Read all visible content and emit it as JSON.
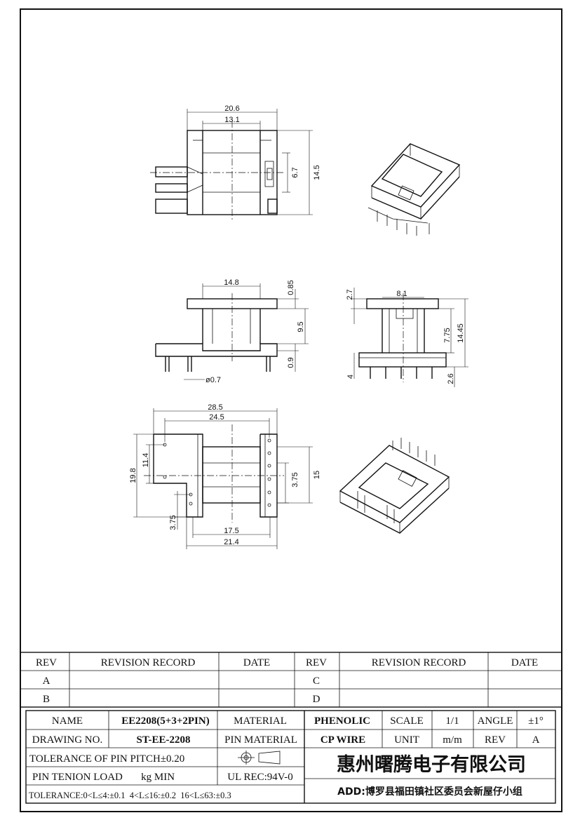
{
  "revision_table": {
    "left_headers": {
      "rev": "REV",
      "record": "REVISION RECORD",
      "date": "DATE"
    },
    "right_headers": {
      "rev": "REV",
      "record": "REVISION RECORD",
      "date": "DATE"
    },
    "left_revs": [
      "A",
      "B"
    ],
    "right_revs": [
      "C",
      "D"
    ]
  },
  "title_block": {
    "name_label": "NAME",
    "name_value": "EE2208(5+3+2PIN)",
    "material_label": "MATERIAL",
    "material_value": "PHENOLIC",
    "scale_label": "SCALE",
    "scale_value": "1/1",
    "angle_label": "ANGLE",
    "angle_value": "±1°",
    "drawing_no_label": "DRAWING NO.",
    "drawing_no_value": "ST-EE-2208",
    "pin_material_label": "PIN MATERIAL",
    "pin_material_value": "CP WIRE",
    "unit_label": "UNIT",
    "unit_value": "m/m",
    "rev_label": "REV",
    "rev_value": "A",
    "pin_pitch_tolerance": "TOLERANCE OF PIN PITCH±0.20",
    "pin_tension": "PIN TENION LOAD       kg MIN",
    "ul_rec": "UL REC:94V-0",
    "tolerance_note": "TOLERANCE:0<L≤4:±0.1  4<L≤16:±0.2  16<L≤63:±0.3",
    "company": "惠州曙腾电子有限公司",
    "address": "ADD:博罗县福田镇社区委员会新屋仔小组"
  },
  "dimensions": {
    "top_view": {
      "width_outer": "20.6",
      "width_inner": "13.1",
      "height_inner": "6.7",
      "height_outer": "14.5"
    },
    "front_view": {
      "window_width": "14.8",
      "flange": "0.85",
      "height": "9.5",
      "base": "0.9",
      "pin_dia": "ø0.7"
    },
    "side_view": {
      "top_offset": "2.7",
      "window_width": "8.1",
      "inner_height": "7.75",
      "total_height": "14.45",
      "pin_height": "4",
      "base_height": "2.6"
    },
    "bottom_view": {
      "outer_width": "28.5",
      "pin_span": "24.5",
      "outer_height": "19.8",
      "pin_row_height": "11.4",
      "inner_height": "3.75",
      "total_height": "15",
      "pin_offset": "3.75",
      "window_width": "17.5",
      "base_width": "21.4"
    }
  }
}
